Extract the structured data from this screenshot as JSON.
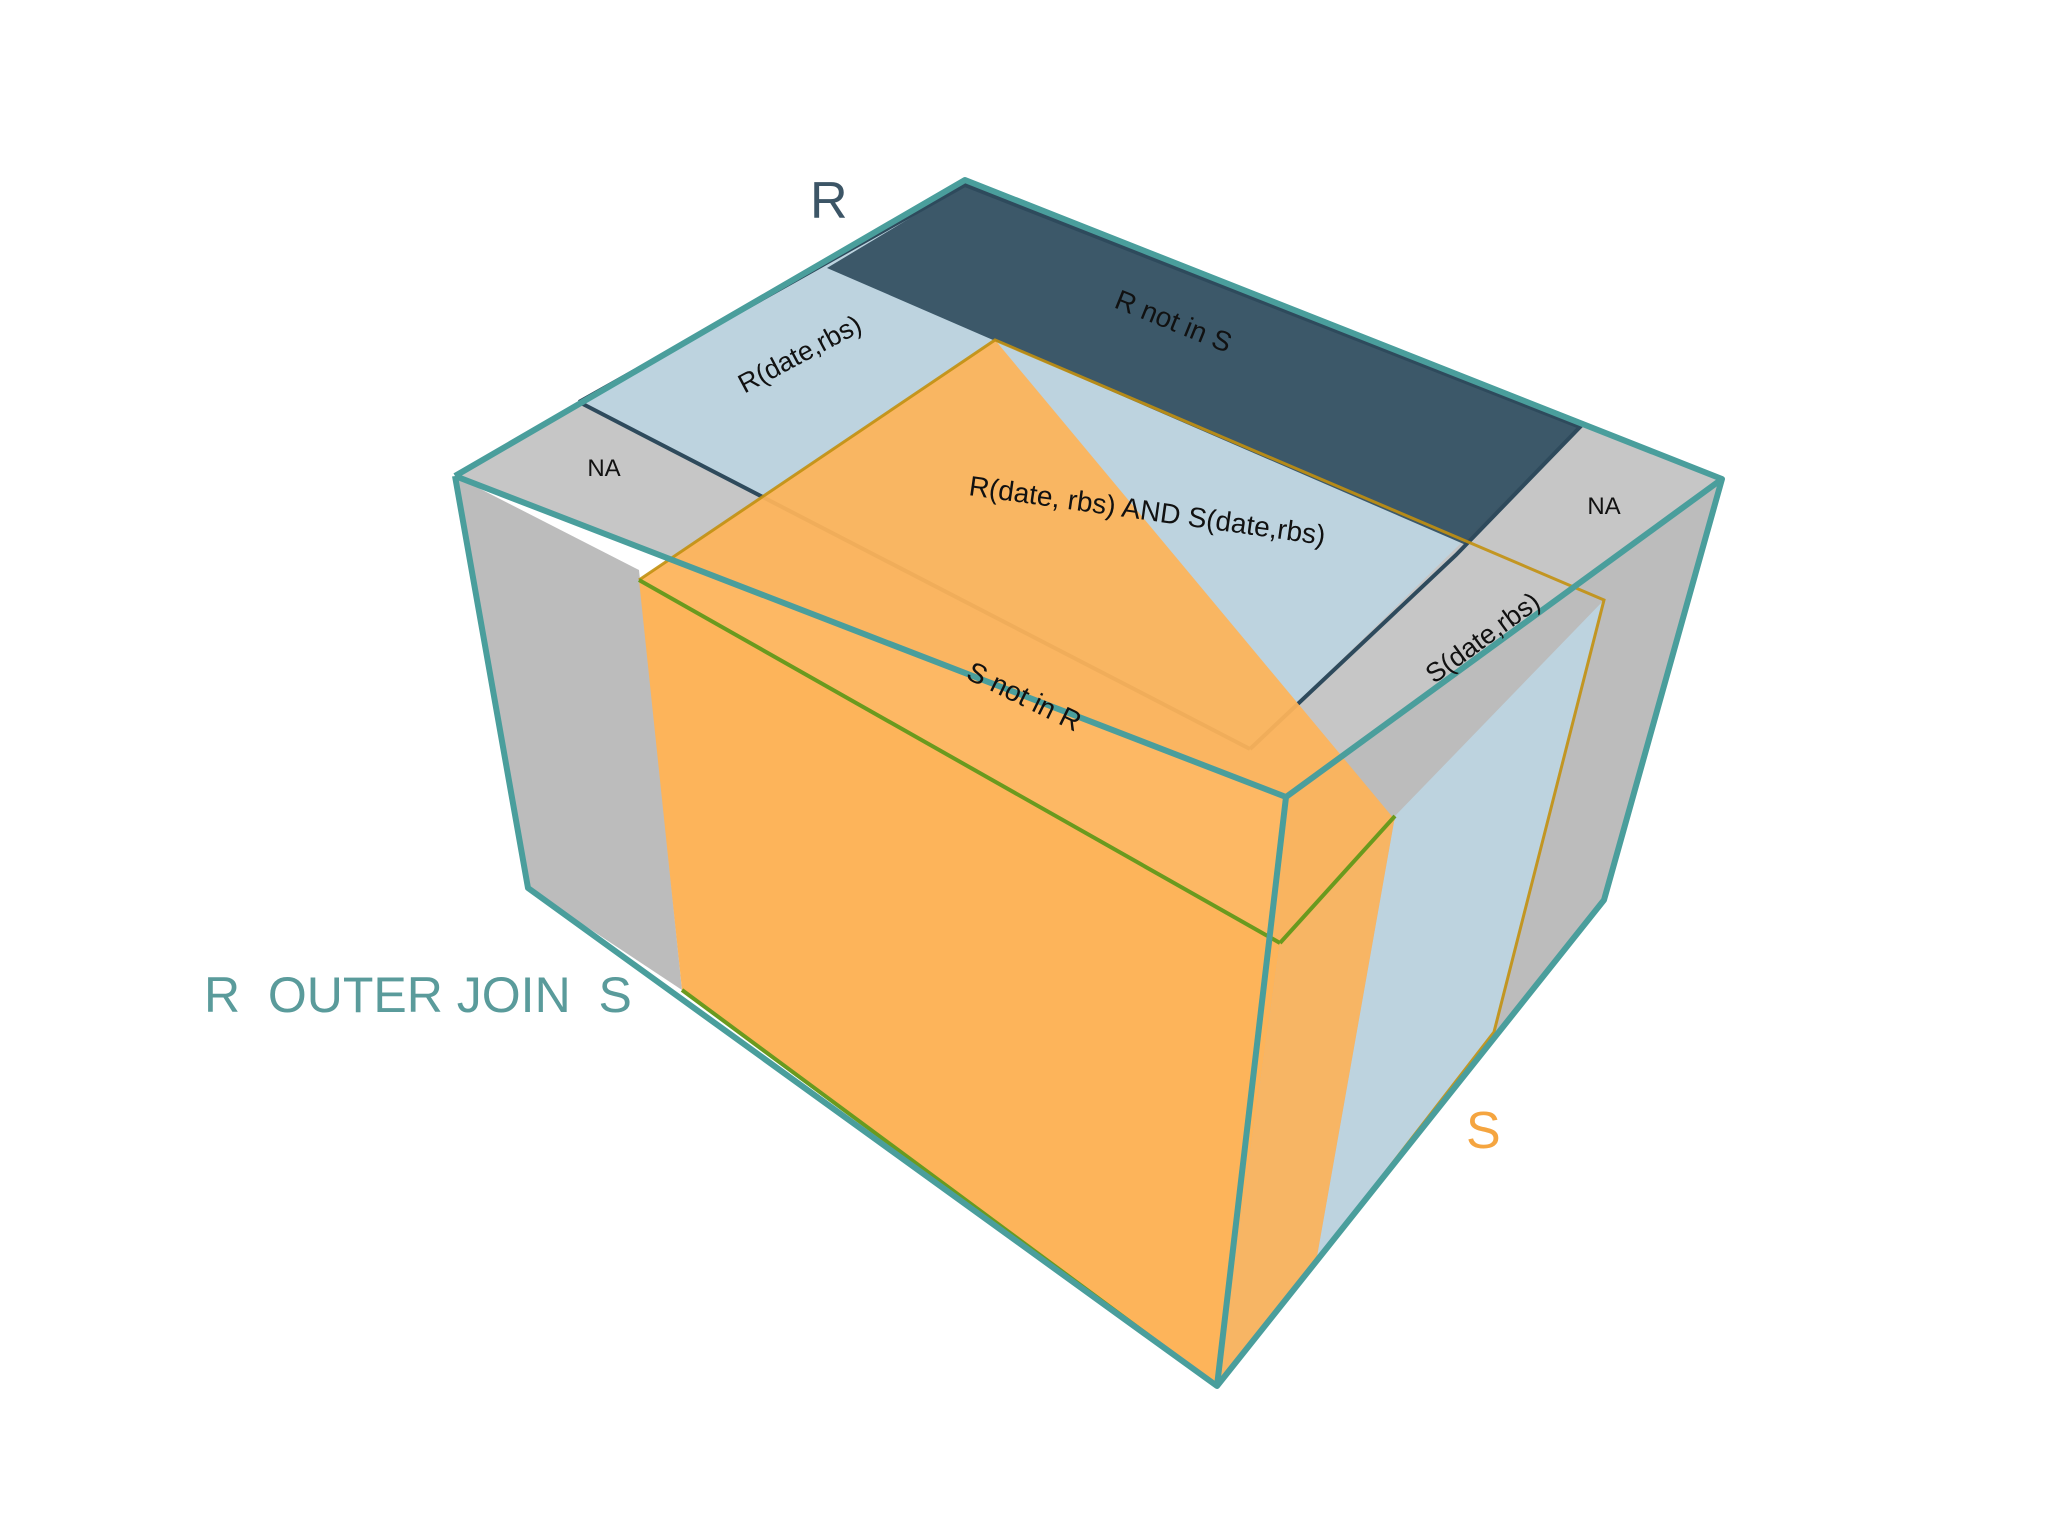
{
  "labels": {
    "r_title": "R",
    "s_title": "S",
    "outer_join": "R  OUTER JOIN  S",
    "r_not_in_s": "R not in S",
    "r_key": "R(date,rbs)",
    "na_left": "NA",
    "na_right": "NA",
    "intersection": "R(date, rbs) AND S(date,rbs)",
    "s_key": "S(date,rbs)",
    "s_not_in_r": "S not in R"
  },
  "colors": {
    "outer_edge": "#4a9e9c",
    "r_dark": "#2e4a5c",
    "r_light": "#bdd3df",
    "s_orange": "#fdb45a",
    "s_edge": "#6a9a1e",
    "na_gray": "#bcbcbc",
    "r_title": "#3c5566",
    "s_title": "#f5a540",
    "outer_join_label": "#5a9b9b"
  }
}
